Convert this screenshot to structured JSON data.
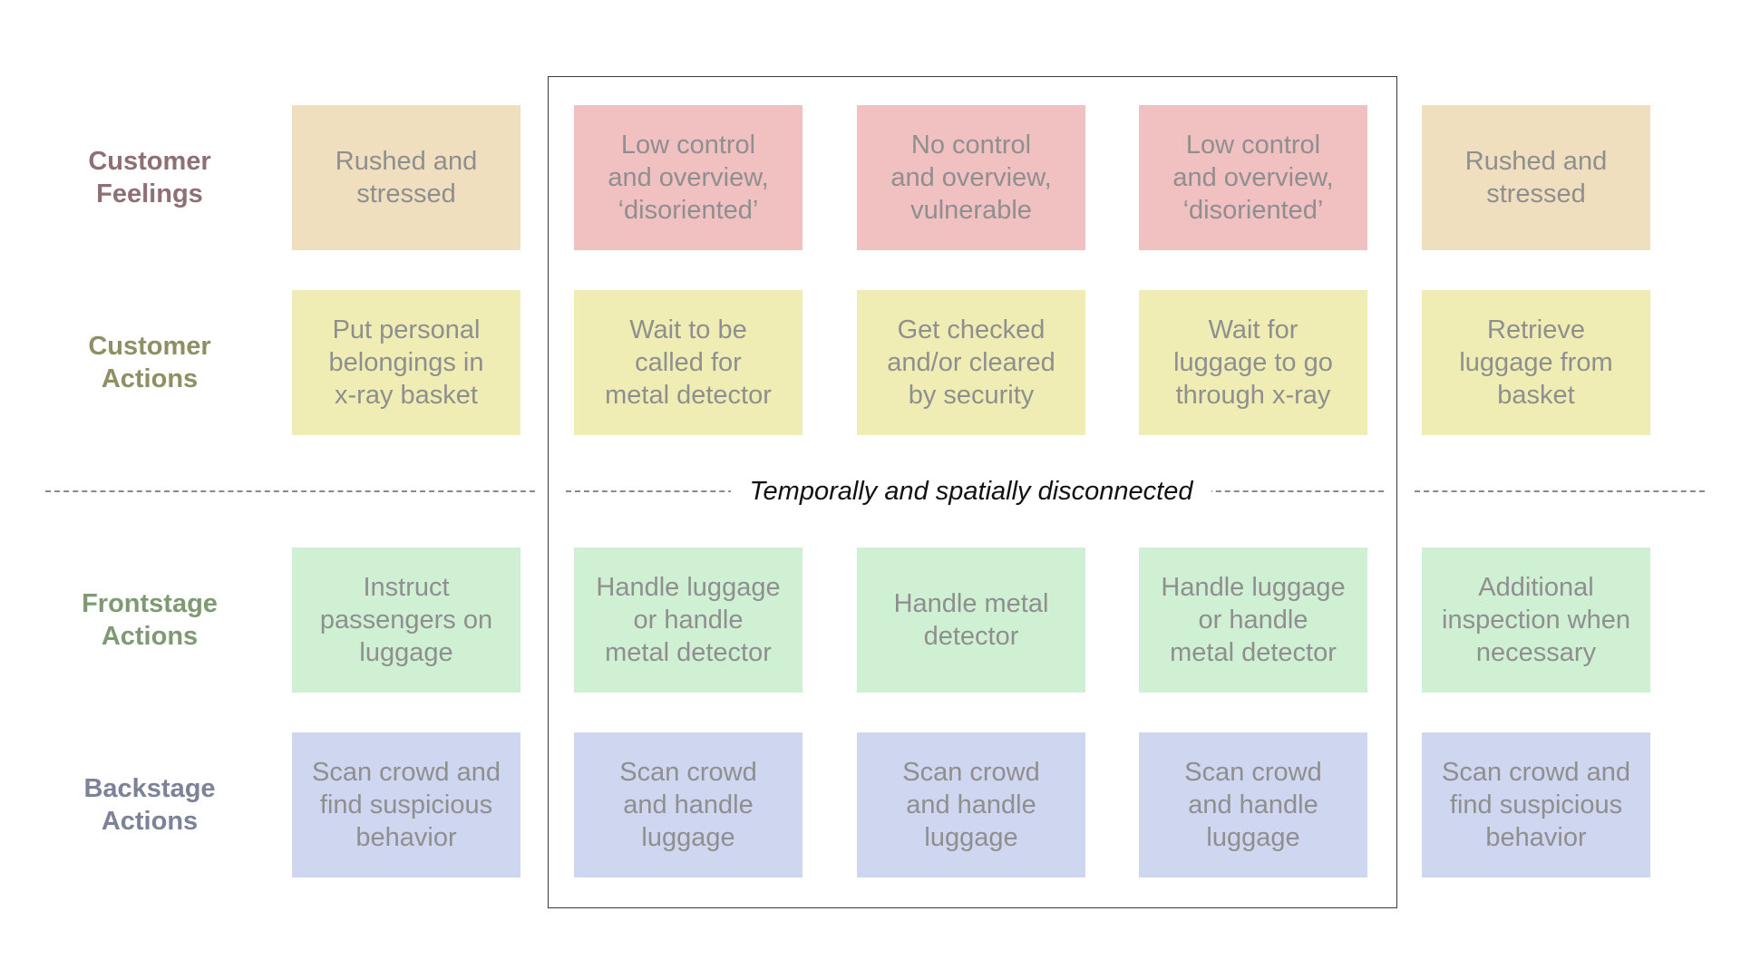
{
  "colors": {
    "feelings_label": "#8e6f74",
    "actions_label": "#8e8f62",
    "frontstage_label": "#7f9a72",
    "backstage_label": "#7c8398",
    "feelings_amber": "#efdfbf",
    "feelings_red": "#f1c0c1",
    "actions_card": "#efedb4",
    "frontstage_card": "#cff0d3",
    "backstage_card": "#cfd6ef",
    "card_text": "#8f8f8f"
  },
  "rows": {
    "customer_feelings": {
      "label": "Customer\nFeelings",
      "cards": [
        "Rushed and\nstressed",
        "Low control\nand overview,\n‘disoriented’",
        "No control\nand overview,\nvulnerable",
        "Low control\nand overview,\n‘disoriented’",
        "Rushed and\nstressed"
      ]
    },
    "customer_actions": {
      "label": "Customer\nActions",
      "cards": [
        "Put personal\nbelongings in\nx-ray basket",
        "Wait to be\ncalled for\nmetal detector",
        "Get checked\nand/or cleared\nby security",
        "Wait for\nluggage to go\nthrough x-ray",
        "Retrieve\nluggage from\nbasket"
      ]
    },
    "frontstage_actions": {
      "label": "Frontstage\nActions",
      "cards": [
        "Instruct\npassengers on\nluggage",
        "Handle luggage\nor handle\nmetal detector",
        "Handle metal\ndetector",
        "Handle luggage\nor handle\nmetal detector",
        "Additional\ninspection when\nnecessary"
      ]
    },
    "backstage_actions": {
      "label": "Backstage\nActions",
      "cards": [
        "Scan crowd and\nfind suspicious\nbehavior",
        "Scan crowd\nand handle\nluggage",
        "Scan crowd\nand handle\nluggage",
        "Scan crowd\nand handle\nluggage",
        "Scan crowd and\nfind suspicious\nbehavior"
      ]
    }
  },
  "divider": {
    "label": "Temporally and spatially disconnected"
  }
}
